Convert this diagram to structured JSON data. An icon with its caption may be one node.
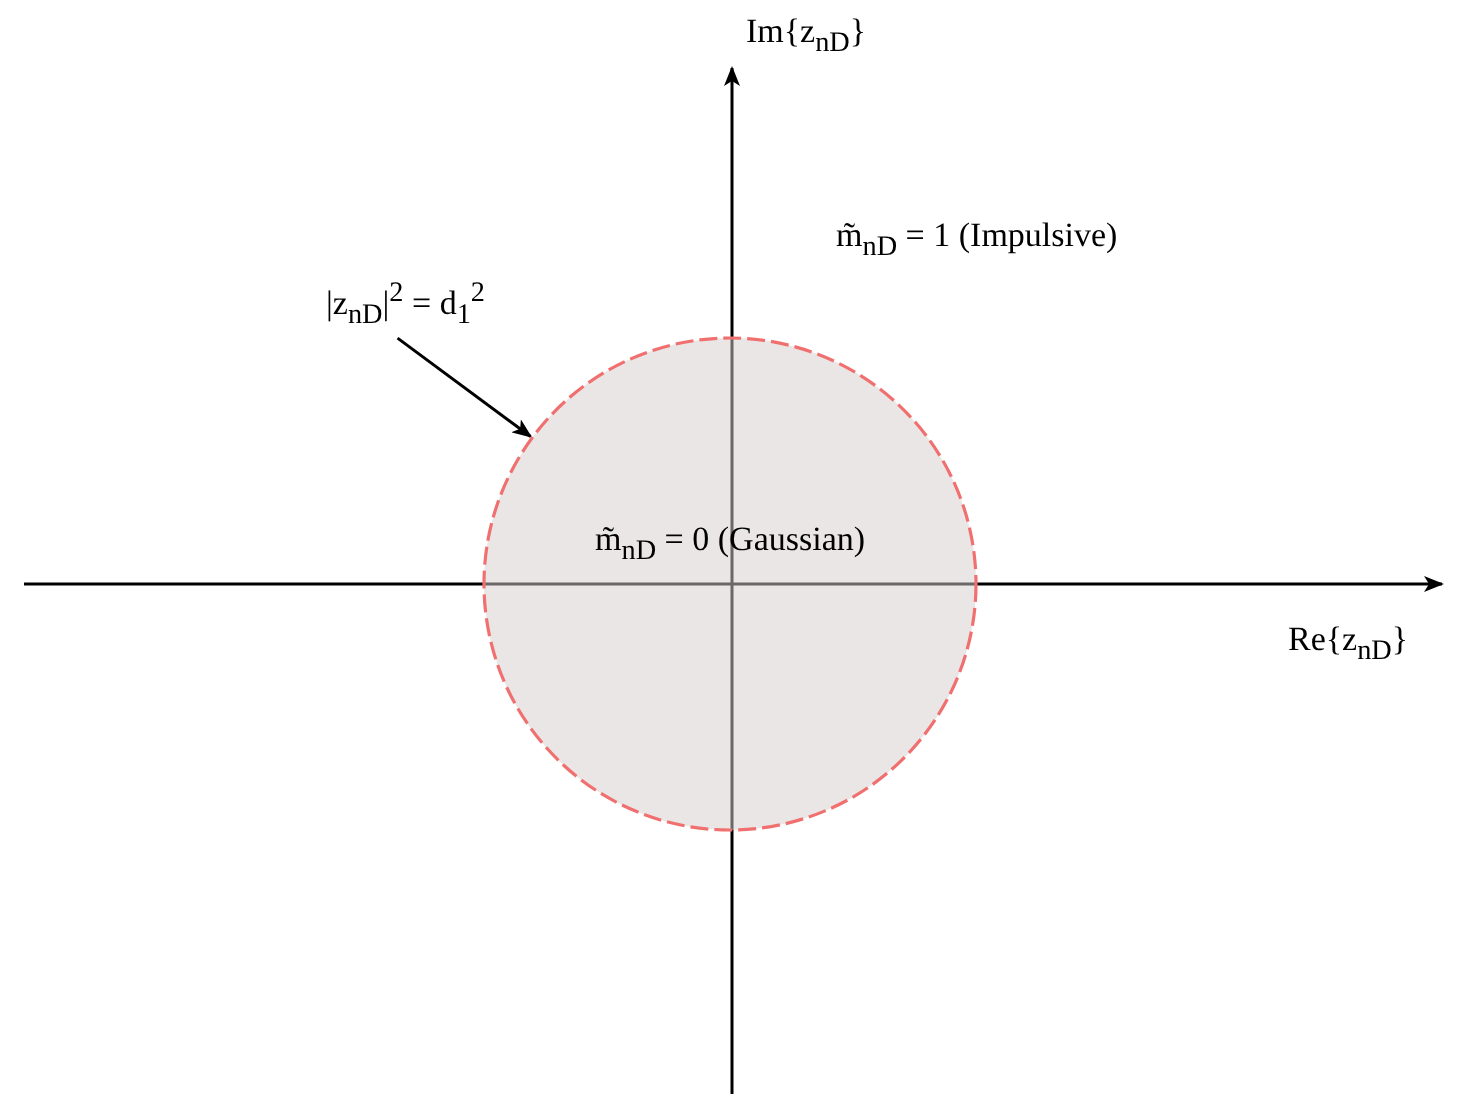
{
  "diagram": {
    "nodes": [
      {
        "text": [
          "m̃$_{n}$$_{D}$ = 0 (Gaussian)"
        ]
      },
      {
        "text": [
          "|z$_{n}$$_{D}$|$^{2}$ = d$_{1}$$^{2}$"
        ]
      }
    ],
    "edges": [
      {
        "from": 1,
        "to": 0,
        "arrow": "to"
      }
    ],
    "labels": [
      "Im{z$_{n}$$_{D}$}",
      "m̃$_{n}$$_{D}$ = 1 (Impulsive)",
      "Re{z$_{n}$$_{D}$}"
    ]
  }
}
